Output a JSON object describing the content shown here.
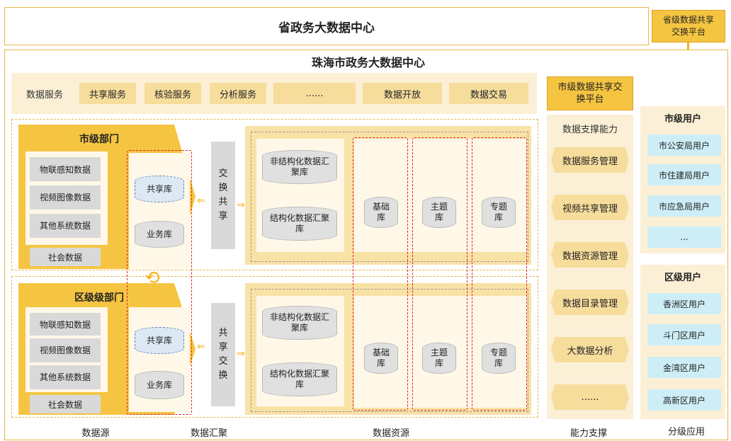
{
  "top": {
    "title": "省政务大数据中心",
    "platform": "省级数据共享交换平台"
  },
  "city_center": {
    "title": "珠海市政务大数据中心"
  },
  "services": {
    "label": "数据服务",
    "items": [
      "共享服务",
      "核验服务",
      "分析服务",
      "......",
      "数据开放",
      "数据交易"
    ]
  },
  "city_platform": "市级数据共享交换平台",
  "support": {
    "title": "数据支撑能力",
    "items": [
      "数据服务管理",
      "视频共享管理",
      "数据资源管理",
      "数据目录管理",
      "大数据分析",
      "......"
    ]
  },
  "city_users": {
    "title": "市级用户",
    "items": [
      "市公安局用户",
      "市住建局用户",
      "市应急局用户",
      "..."
    ]
  },
  "district_users": {
    "title": "区级用户",
    "items": [
      "香洲区用户",
      "斗门区用户",
      "金湾区用户",
      "高新区用户"
    ]
  },
  "city_dept": {
    "title": "市级部门",
    "sources": [
      "物联感知数据",
      "视频图像数据",
      "其他系统数据"
    ],
    "social": "社会数据",
    "shared": "共享库",
    "business": "业务库",
    "exchange": "交换共享",
    "unstruct": "非结构化数据汇聚库",
    "struct": "结构化数据汇聚库",
    "libs": [
      "基础库",
      "主题库",
      "专题库"
    ]
  },
  "district_dept": {
    "title": "区级级部门",
    "sources": [
      "物联感知数据",
      "视频图像数据",
      "其他系统数据"
    ],
    "social": "社会数据",
    "shared": "共享库",
    "business": "业务库",
    "exchange": "共享交换",
    "unstruct": "非结构化数据汇聚库",
    "struct": "结构化数据汇聚库",
    "libs": [
      "基础库",
      "主题库",
      "专题库"
    ]
  },
  "footer": [
    "数据源",
    "数据汇聚",
    "数据资源",
    "能力支撑",
    "分级应用"
  ]
}
